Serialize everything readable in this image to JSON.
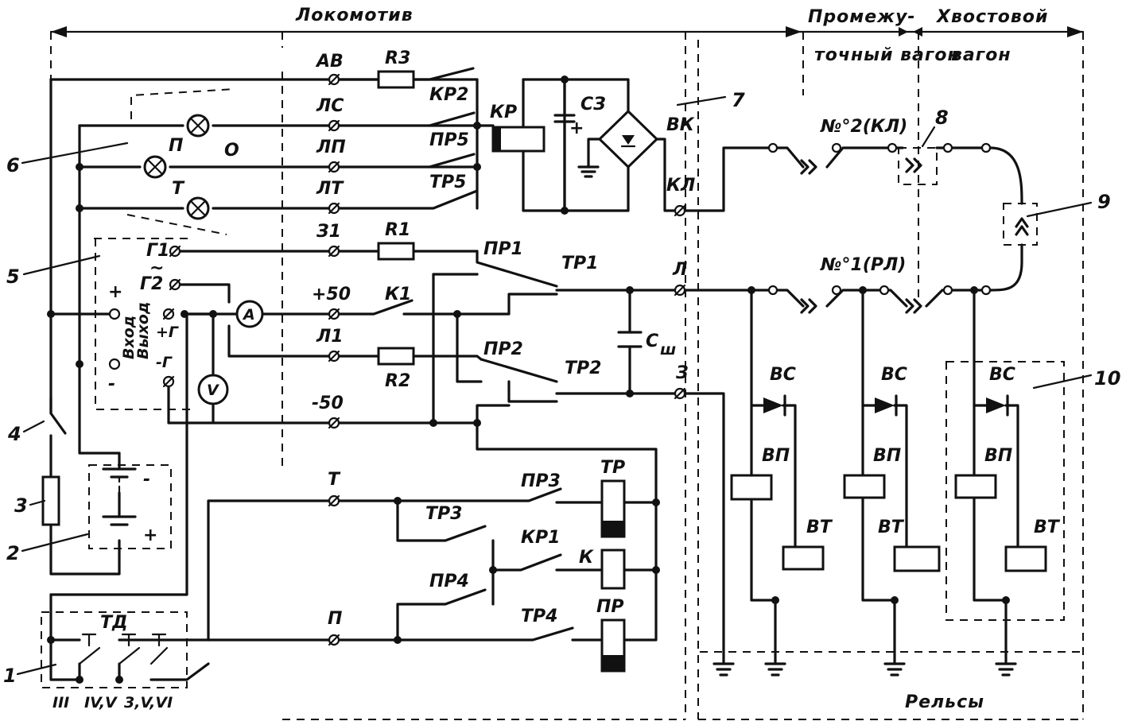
{
  "sections": {
    "locomotive": "Локомотив",
    "intermediate_top": "Промежу-",
    "intermediate_bottom": "точный вагон",
    "tail_top": "Хвостовой",
    "tail_bottom": "вагон",
    "rails": "Рельсы"
  },
  "callouts": [
    "1",
    "2",
    "3",
    "4",
    "5",
    "6",
    "7",
    "8",
    "9",
    "10"
  ],
  "terminals": {
    "AB": "АВ",
    "LS": "ЛС",
    "LP": "ЛП",
    "LT": "ЛТ",
    "Z1": "З1",
    "P50": "+50",
    "L1": "Л1",
    "M50": "-50",
    "T": "Т",
    "P": "П",
    "L": "Л",
    "Z": "З",
    "VK": "ВК",
    "KL": "КЛ"
  },
  "resistors": {
    "R3": "R3",
    "R1": "R1",
    "R2": "R2"
  },
  "contacts": {
    "KR2": "КР2",
    "PR5": "ПР5",
    "TR5": "ТР5",
    "PR1": "ПР1",
    "TR1": "ТР1",
    "PR2": "ПР2",
    "TR2": "ТР2",
    "K1": "К1",
    "PR3": "ПР3",
    "TR3": "ТР3",
    "KR1": "КР1",
    "PR4": "ПР4",
    "TR4": "ТР4"
  },
  "relays": {
    "KR": "КР",
    "TR": "ТР",
    "K": "К",
    "PR": "ПР"
  },
  "capacitors": {
    "SZ": "СЗ",
    "Csh": "С",
    "Csh_sub": "ш"
  },
  "lamps": {
    "O": "О",
    "P": "П",
    "T": "Т"
  },
  "meters": {
    "ammeter": "A",
    "voltmeter": "V"
  },
  "generator_block": {
    "G1": "Г1",
    "G2": "Г2",
    "tilde": "~",
    "plus": "+",
    "minus": "-",
    "plus_g": "+Г",
    "minus_g": "-Г",
    "vhod": "Вход",
    "vyhod": "Выход"
  },
  "battery": {
    "plus": "+",
    "minus": "-"
  },
  "wagons": {
    "inter_label": "№°2(КЛ)",
    "rail_label": "№°1(РЛ)",
    "VS": "ВС",
    "VP": "ВП",
    "VT": "ВТ"
  },
  "switch_block": {
    "label": "ТД",
    "positions": [
      "III",
      "IV,V",
      "3,V,VI"
    ]
  }
}
